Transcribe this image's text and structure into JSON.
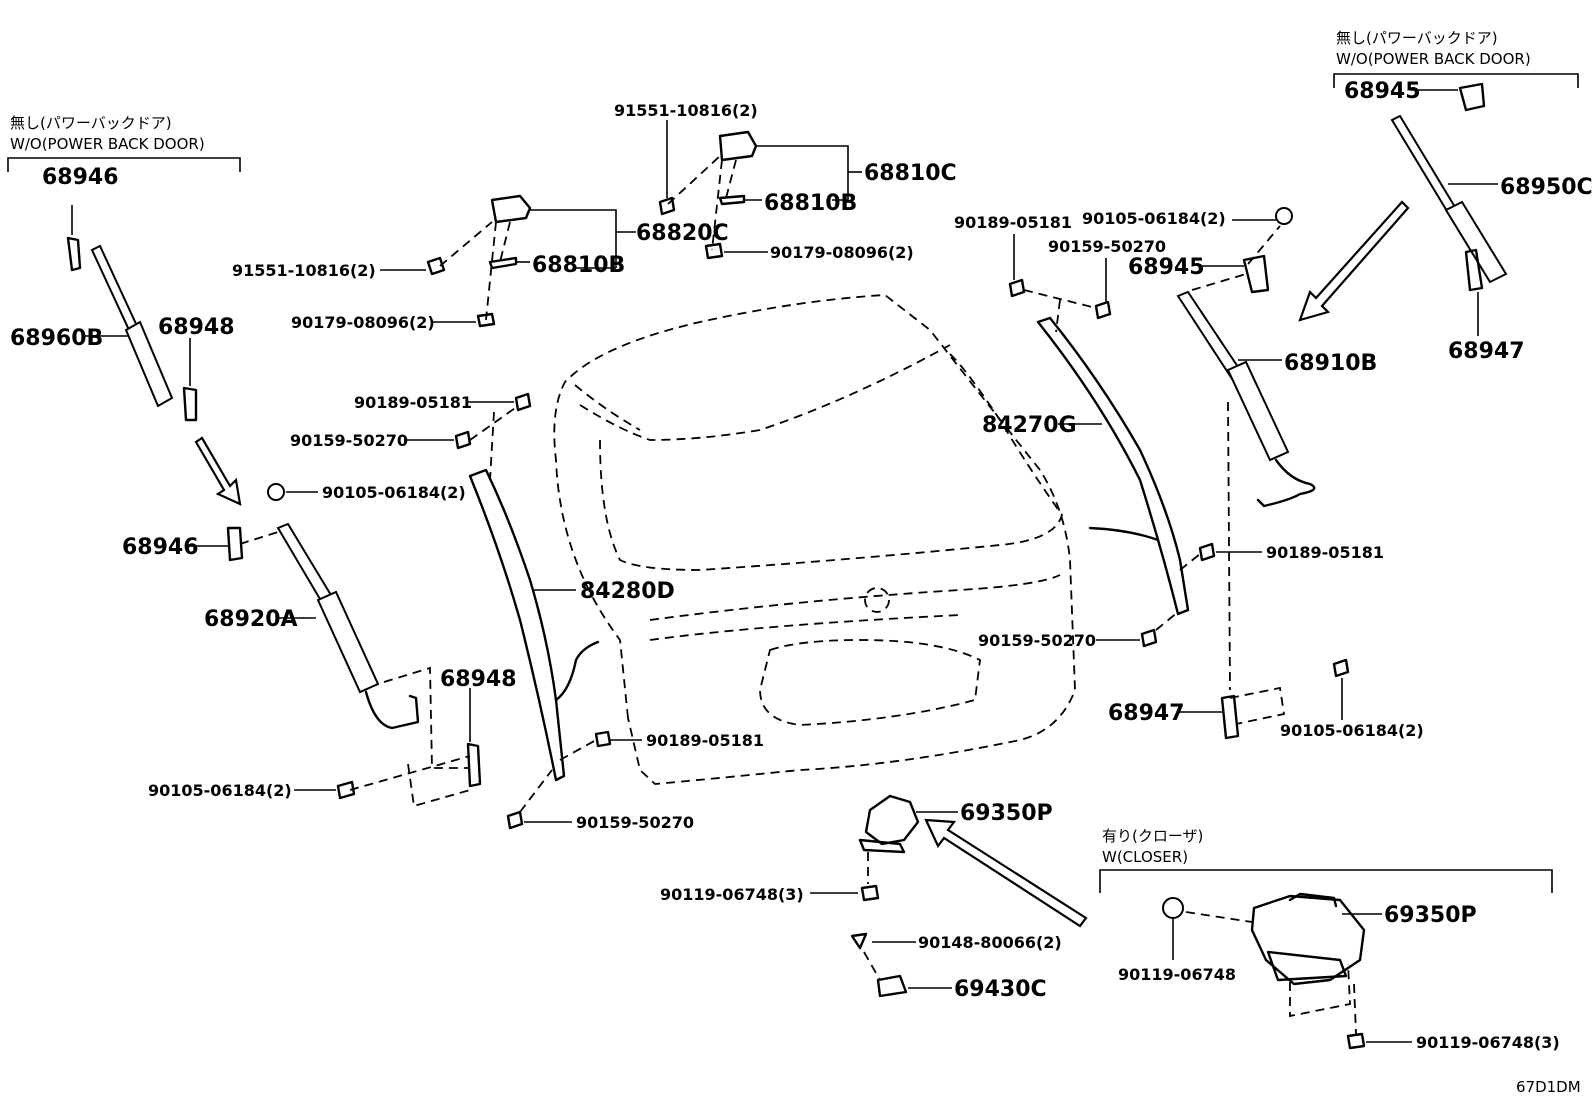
{
  "headers": {
    "left_jp": "無し(パワーバックドア)",
    "left_en": "W/O(POWER BACK DOOR)",
    "right_jp": "無し(パワーバックドア)",
    "right_en": "W/O(POWER BACK DOOR)",
    "closer_jp": "有り(クローザ)",
    "closer_en": "W(CLOSER)"
  },
  "labels": {
    "l_68946_top": "68946",
    "l_68960B": "68960B",
    "l_68948_top": "68948",
    "l_91551_left": "91551-10816(2)",
    "l_90179_left": "90179-08096(2)",
    "l_68820C": "68820C",
    "l_68810B_left": "68810B",
    "l_91551_top": "91551-10816(2)",
    "l_68810C": "68810C",
    "l_68810B_right": "68810B",
    "l_90179_right": "90179-08096(2)",
    "l_90189_a": "90189-05181",
    "l_90159_a": "90159-50270",
    "l_90105_a": "90105-06184(2)",
    "l_68946_mid": "68946",
    "l_68920A": "68920A",
    "l_68948_mid": "68948",
    "l_90105_b": "90105-06184(2)",
    "l_84280D": "84280D",
    "l_90189_b": "90189-05181",
    "l_90159_b": "90159-50270",
    "l_90189_c": "90189-05181",
    "l_90105_c": "90105-06184(2)",
    "l_90159_c": "90159-50270",
    "l_68945_mid": "68945",
    "l_84270G": "84270G",
    "l_68910B": "68910B",
    "l_90189_d": "90189-05181",
    "l_90159_d": "90159-50270",
    "l_68947_mid": "68947",
    "l_90105_d": "90105-06184(2)",
    "l_68945_top": "68945",
    "l_68950C": "68950C",
    "l_68947_top": "68947",
    "l_69350P_a": "69350P",
    "l_90119_a": "90119-06748(3)",
    "l_90148": "90148-80066(2)",
    "l_69430C": "69430C",
    "l_69350P_b": "69350P",
    "l_90119_b": "90119-06748",
    "l_90119_c": "90119-06748(3)",
    "figure_code": "67D1DM"
  }
}
